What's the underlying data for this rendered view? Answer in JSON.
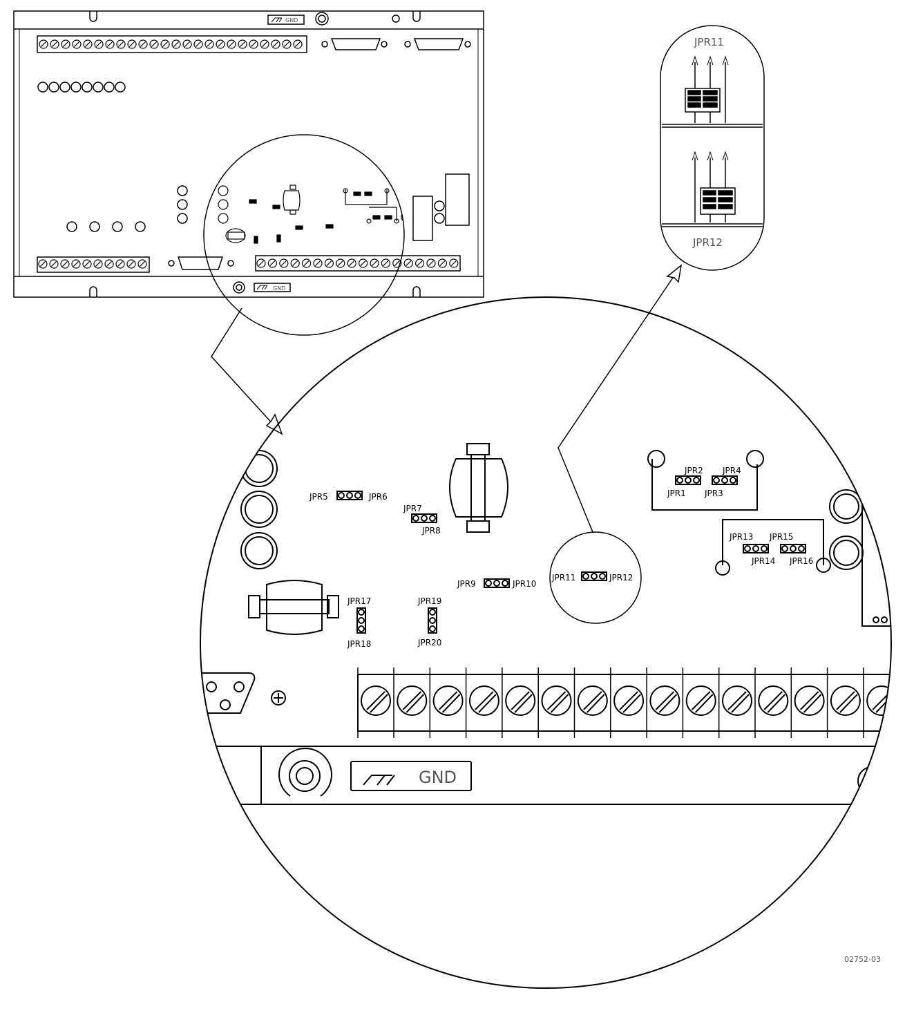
{
  "board": {
    "gnd_label": "GND"
  },
  "jumper_detail": {
    "top_label": "JPR11",
    "bottom_label": "JPR12"
  },
  "zoom": {
    "jumpers": {
      "jpr1": "JPR1",
      "jpr2": "JPR2",
      "jpr3": "JPR3",
      "jpr4": "JPR4",
      "jpr5": "JPR5",
      "jpr6": "JPR6",
      "jpr7": "JPR7",
      "jpr8": "JPR8",
      "jpr9": "JPR9",
      "jpr10": "JPR10",
      "jpr11": "JPR11",
      "jpr12": "JPR12",
      "jpr13": "JPR13",
      "jpr14": "JPR14",
      "jpr15": "JPR15",
      "jpr16": "JPR16",
      "jpr17": "JPR17",
      "jpr18": "JPR18",
      "jpr19": "JPR19",
      "jpr20": "JPR20"
    },
    "gnd_label": "GND"
  },
  "figure_id": "02752-03"
}
